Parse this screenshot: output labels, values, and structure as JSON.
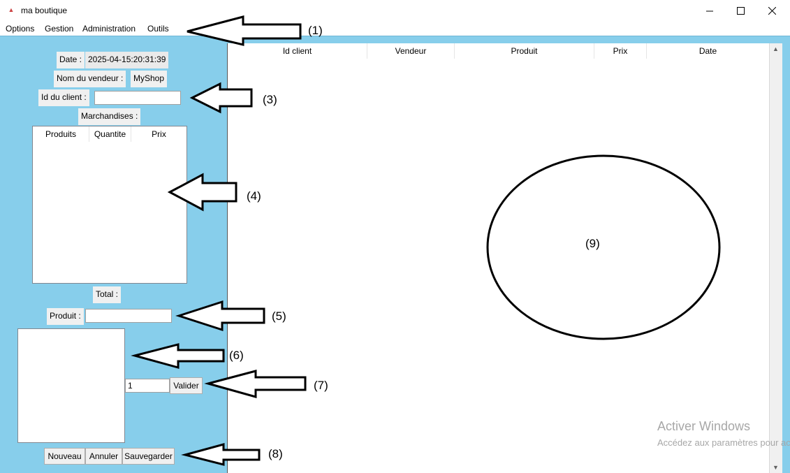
{
  "window": {
    "title": "ma boutique",
    "minimize_icon": "minimize-icon",
    "maximize_icon": "maximize-icon",
    "close_icon": "close-icon"
  },
  "menu": [
    "Options",
    "Gestion",
    "Administration",
    "Outils"
  ],
  "form": {
    "date_label": "Date :",
    "date_value": "2025-04-15:20:31:39",
    "vendeur_label": "Nom du vendeur  :",
    "vendeur_value": "MyShop",
    "client_label": "Id du client  :",
    "client_value": "",
    "marchandises_label": "Marchandises :",
    "cart_columns": [
      "Produits",
      "Quantite",
      "Prix"
    ],
    "total_label": "Total :",
    "produit_label": "Produit :",
    "produit_value": "",
    "quantity_value": "1",
    "valider_label": "Valider",
    "buttons": {
      "nouveau": "Nouveau",
      "annuler": "Annuler",
      "sauvegarder": "Sauvegarder"
    }
  },
  "sales_table": {
    "columns": [
      "Id client",
      "Vendeur",
      "Produit",
      "Prix",
      "Date"
    ]
  },
  "annotations": [
    "(1)",
    "(3)",
    "(4)",
    "(5)",
    "(6)",
    "(7)",
    "(8)",
    "(9)"
  ],
  "watermark": {
    "line1": "Activer Windows",
    "line2": "Accédez aux paramètres pour activer Windows."
  }
}
